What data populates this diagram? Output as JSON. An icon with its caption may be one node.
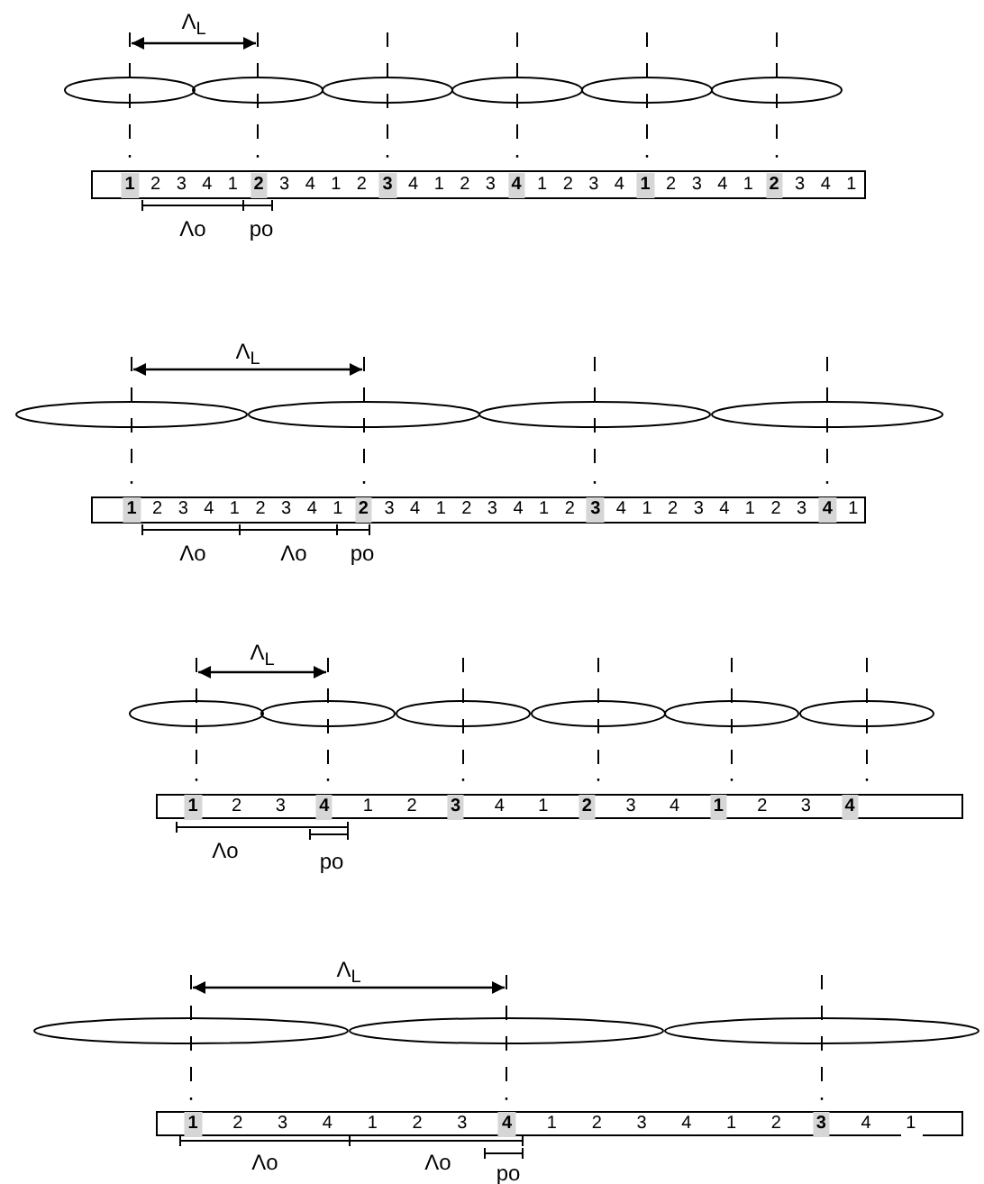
{
  "diagram": {
    "labels": [
      "Λ$_{L}$",
      "1",
      "2",
      "3",
      "4",
      "1",
      "2",
      "3",
      "4",
      "1",
      "2",
      "3",
      "4",
      "1",
      "2",
      "3",
      "4",
      "1",
      "2",
      "3",
      "4",
      "1",
      "2",
      "3",
      "4",
      "1",
      "2",
      "3",
      "4",
      "1",
      "Λo",
      "po",
      "Λ$_{L}$",
      "1",
      "2",
      "3",
      "4",
      "1",
      "2",
      "3",
      "4",
      "1",
      "2",
      "3",
      "4",
      "1",
      "2",
      "3",
      "4",
      "1",
      "2",
      "3",
      "4",
      "1",
      "2",
      "3",
      "4",
      "1",
      "2",
      "3",
      "4",
      "1",
      "Λo",
      "Λo",
      "po",
      "Λ$_{L}$",
      "1",
      "2",
      "3",
      "4",
      "1",
      "2",
      "3",
      "4",
      "1",
      "2",
      "3",
      "4",
      "1",
      "2",
      "3",
      "4",
      "Λo",
      "po",
      "Λ$_{L}$",
      "1",
      "2",
      "3",
      "4",
      "1",
      "2",
      "3",
      "4",
      "1",
      "2",
      "3",
      "4",
      "1",
      "2",
      "3",
      "4",
      "1",
      "Λo",
      "Λo",
      "po"
    ]
  }
}
